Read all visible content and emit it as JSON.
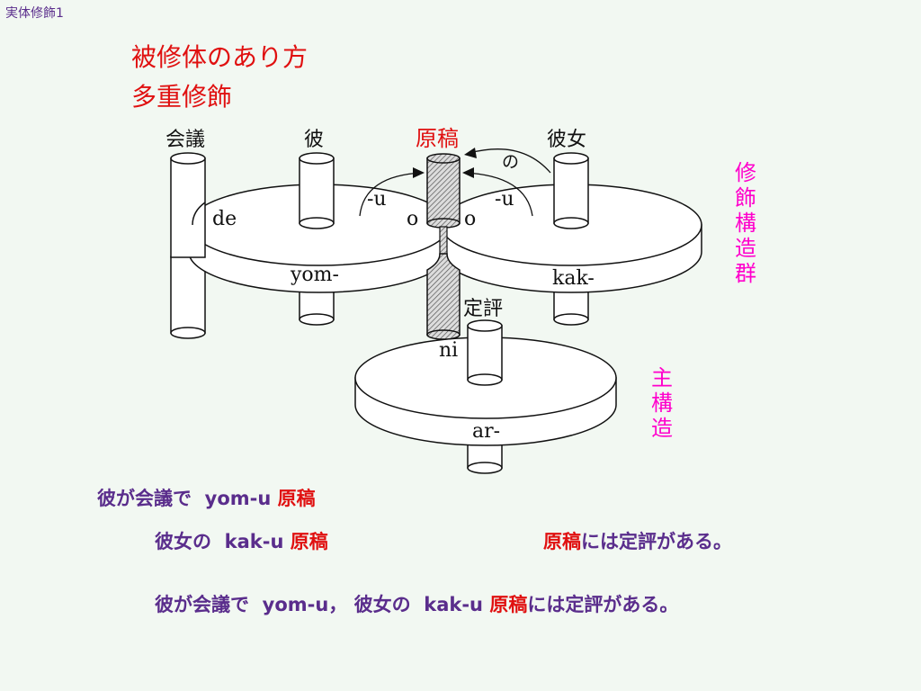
{
  "corner_label": "実体修飾1",
  "title_line1": "被修体のあり方",
  "title_line2": "多重修飾",
  "diagram": {
    "top_labels": {
      "kaigi": "会議",
      "kare": "彼",
      "genkou": "原稿",
      "kanojo": "彼女",
      "teihyou": "定評"
    },
    "no_particle": "の",
    "suffix_left": "-u",
    "suffix_right": "-u",
    "o_left": "o",
    "o_right": "o",
    "de": "de",
    "ni": "ni",
    "disk_yom": "yom-",
    "disk_kak": "kak-",
    "disk_ar": "ar-",
    "side_modifier": [
      "修",
      "飾",
      "構",
      "造",
      "群"
    ],
    "side_main": [
      "主",
      "構",
      "造"
    ],
    "colors": {
      "red": "#e01010",
      "magenta": "#ff00cc",
      "purple": "#5a2d8c"
    }
  },
  "examples": {
    "line1_pre": "彼が会議で",
    "line1_verb": "yom-u",
    "line1_noun": "原稿",
    "line2_pre": "彼女の",
    "line2_verb": "kak-u",
    "line2_noun": "原稿",
    "line2b_noun": "原稿",
    "line2b_rest": "には定評がある。",
    "line3_pre": "彼が会議で",
    "line3_verb1": "yom-u",
    "line3_mid": "彼女の",
    "line3_verb2": "kak-u",
    "line3_noun": "原稿",
    "line3_rest": "には定評がある。"
  }
}
